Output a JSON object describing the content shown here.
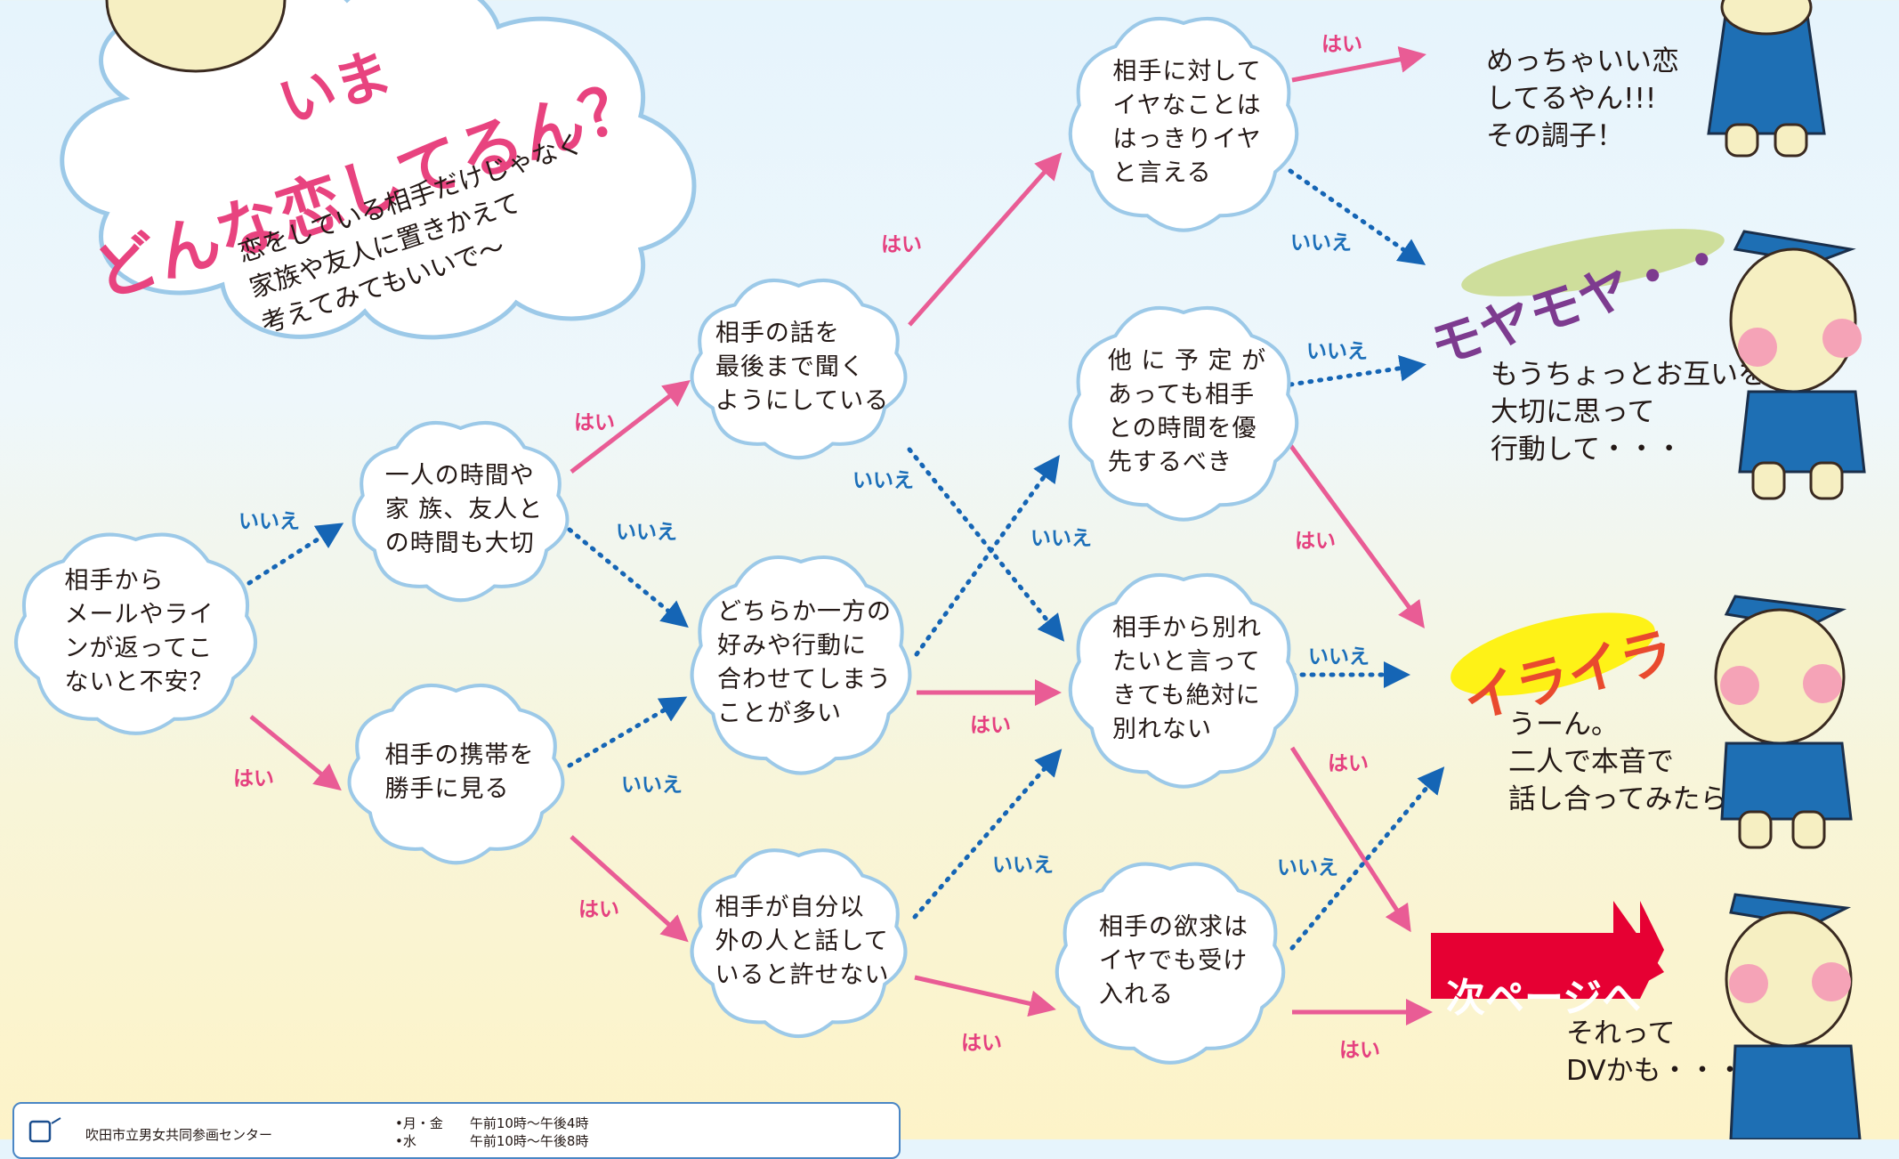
{
  "header": {
    "title_line1": "いま",
    "title_line2": "どんな恋してるん？",
    "intro_lines": [
      "恋をしている相手だけじゃなく",
      "家族や友人に置きかえて",
      "考えてみてもいいで～"
    ]
  },
  "nodes": {
    "start": "相手から\nメールやライ\nンが返ってこ\nないと不安？",
    "alone_time": "一人の時間や\n家 族、友人と\nの時間も大切",
    "phone_check": "相手の携帯を\n勝手に見る",
    "listen": "相手の話を\n最後まで聞く\nようにしている",
    "adapt": "どちらか一方の\n好みや行動に\n合わせてしまう\nことが多い",
    "not_forgive": "相手が自分以\n外の人と話して\nいると許せない",
    "say_no": "相手に対して\nイヤなことは\nはっきりイヤ\nと言える",
    "priority": "他 に 予 定 が\nあっても相手\nとの時間を優\n先するべき",
    "no_breakup": "相手から別れ\nたいと言って\nきても絶対に\n別れない",
    "accept_demands": "相手の欲求は\nイヤでも受け\n入れる"
  },
  "answers": {
    "yes": "はい",
    "no": "いいえ"
  },
  "results": {
    "good": {
      "text": "めっちゃいい恋\nしてるやん!!!\nその調子！"
    },
    "moyamoya": {
      "tag": "モヤモヤ・・・",
      "text": "もうちょっとお互いを\n大切に思って\n行動して・・・"
    },
    "iraira": {
      "tag": "イライラ",
      "text": "うーん。\n二人で本音で\n話し合ってみたら？"
    },
    "dv": {
      "banner": "次ページへ",
      "text": "それって\nDVかも・・・"
    }
  },
  "footer": {
    "organization": "吹田市立男女共同参画センター",
    "hours": [
      "•月・金　　午前10時～午後4時",
      "•水　　　　午前10時～午後8時"
    ]
  },
  "colors": {
    "yes_arrow": "#e95c95",
    "no_arrow": "#1565b5",
    "cloud_fill": "#ffffff",
    "cloud_edge": "#9cc9e8",
    "headline": "#e8437f"
  },
  "edges": [
    {
      "from": "start",
      "to": "alone_time",
      "answer": "no"
    },
    {
      "from": "start",
      "to": "phone_check",
      "answer": "yes"
    },
    {
      "from": "alone_time",
      "to": "listen",
      "answer": "yes"
    },
    {
      "from": "alone_time",
      "to": "adapt",
      "answer": "no"
    },
    {
      "from": "phone_check",
      "to": "adapt",
      "answer": "no"
    },
    {
      "from": "phone_check",
      "to": "not_forgive",
      "answer": "yes"
    },
    {
      "from": "listen",
      "to": "say_no",
      "answer": "yes"
    },
    {
      "from": "listen",
      "to": "no_breakup",
      "answer": "no"
    },
    {
      "from": "adapt",
      "to": "priority",
      "answer": "no"
    },
    {
      "from": "adapt",
      "to": "no_breakup",
      "answer": "yes"
    },
    {
      "from": "not_forgive",
      "to": "no_breakup",
      "answer": "no"
    },
    {
      "from": "not_forgive",
      "to": "accept_demands",
      "answer": "yes"
    },
    {
      "from": "say_no",
      "to": "good",
      "answer": "yes"
    },
    {
      "from": "say_no",
      "to": "moyamoya",
      "answer": "no"
    },
    {
      "from": "priority",
      "to": "moyamoya",
      "answer": "no"
    },
    {
      "from": "priority",
      "to": "iraira",
      "answer": "yes"
    },
    {
      "from": "no_breakup",
      "to": "iraira",
      "answer": "no"
    },
    {
      "from": "no_breakup",
      "to": "dv",
      "answer": "yes"
    },
    {
      "from": "accept_demands",
      "to": "iraira",
      "answer": "no"
    },
    {
      "from": "accept_demands",
      "to": "dv",
      "answer": "yes"
    }
  ]
}
